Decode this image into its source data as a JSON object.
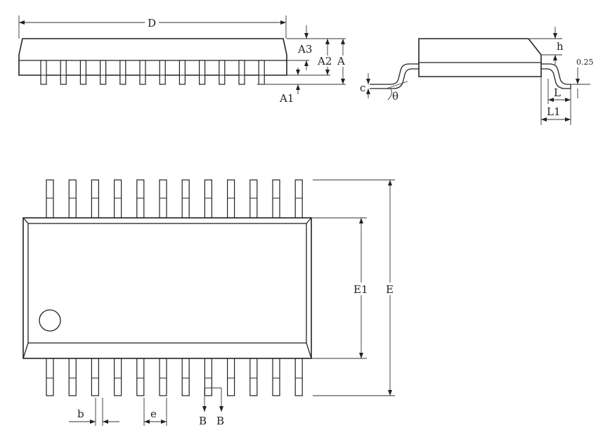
{
  "labels": {
    "D": "D",
    "A3": "A3",
    "A2": "A2",
    "A": "A",
    "A1": "A1",
    "h": "h",
    "c": "c",
    "theta": "θ",
    "L": "L",
    "L1": "L1",
    "ref": "0.25",
    "E1": "E1",
    "E": "E",
    "b": "b",
    "e": "e",
    "B1": "B",
    "B2": "B"
  },
  "package": {
    "pins_per_side": 12
  },
  "colors": {
    "ink": "#222222",
    "background": "#ffffff"
  }
}
